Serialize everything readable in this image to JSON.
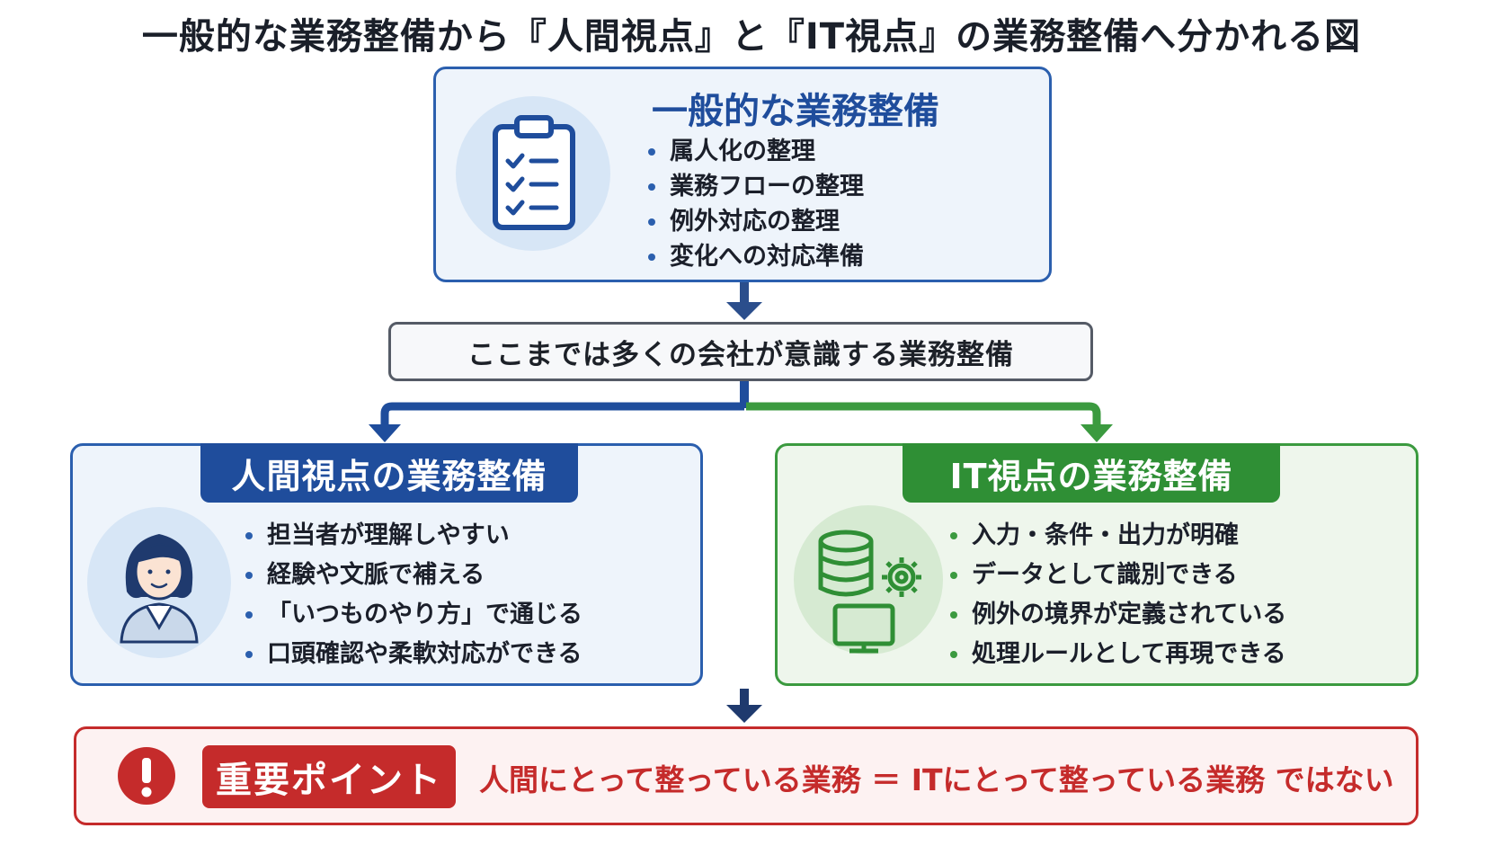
{
  "title": "一般的な業務整備から『人間視点』と『IT視点』の業務整備へ分かれる図",
  "top_box": {
    "heading": "一般的な業務整備",
    "icon": "clipboard-checklist-icon",
    "items": [
      "属人化の整理",
      "業務フローの整理",
      "例外対応の整理",
      "変化への対応準備"
    ]
  },
  "middle_box": {
    "text": "ここまでは多くの会社が意識する業務整備"
  },
  "human_box": {
    "heading": "人間視点の業務整備",
    "icon": "person-icon",
    "items": [
      "担当者が理解しやすい",
      "経験や文脈で補える",
      "「いつものやり方」で通じる",
      "口頭確認や柔軟対応ができる"
    ]
  },
  "it_box": {
    "heading": "IT視点の業務整備",
    "icon": "database-gear-monitor-icon",
    "items": [
      "入力・条件・出力が明確",
      "データとして識別できる",
      "例外の境界が定義されている",
      "処理ルールとして再現できる"
    ]
  },
  "important": {
    "icon": "exclamation-icon",
    "badge": "重要ポイント",
    "text": "人間にとって整っている業務 ＝ ITにとって整っている業務 ではない"
  },
  "colors": {
    "blue": "#1f4d9c",
    "green": "#2f8f35",
    "red": "#c52b2b",
    "gray": "#555b66"
  }
}
